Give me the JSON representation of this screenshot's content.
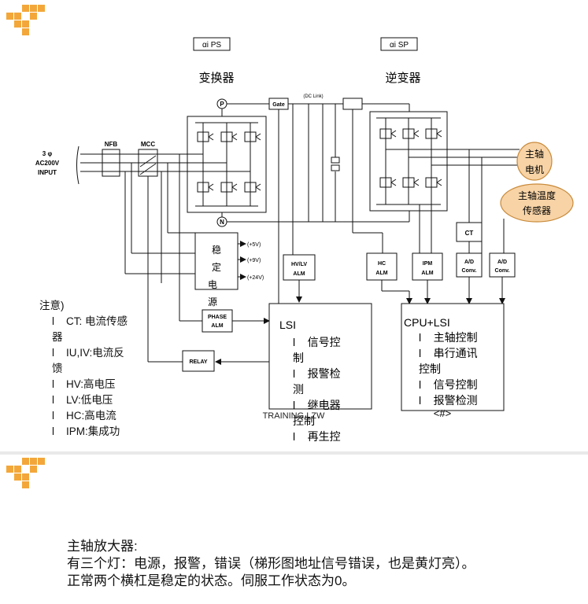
{
  "header": {
    "ps_label": "αi PS",
    "sp_label": "αi SP",
    "converter": "变换器",
    "inverter": "逆变器"
  },
  "diagram": {
    "input_line1": "3 φ",
    "input_line2": "AC200V",
    "input_line3": "INPUT",
    "nfb": "NFB",
    "mcc": "MCC",
    "gate": "Gate",
    "dc_link": "(DC Link)",
    "p": "P",
    "n": "N",
    "regulator_chars": [
      "稳",
      "定",
      "电",
      "源"
    ],
    "v5": "(+5V)",
    "v9": "(+9V)",
    "v24": "(+24V)",
    "hvlv_line1": "HV/LV",
    "hvlv_line2": "ALM",
    "hc_line1": "HC",
    "hc_line2": "ALM",
    "ipm_line1": "IPM",
    "ipm_line2": "ALM",
    "ct": "CT",
    "ad1_line1": "A/D",
    "ad1_line2": "Conv.",
    "ad2_line1": "A/D",
    "ad2_line2": "Conv.",
    "phase_line1": "PHASE",
    "phase_line2": "ALM",
    "relay": "RELAY",
    "motor_line1": "主轴",
    "motor_line2": "电机",
    "temp_line1": "主轴温度",
    "temp_line2": "传感器",
    "lsi_title": "LSI",
    "lsi_lines": [
      "l    信号控",
      "制",
      "l    报警检",
      "测",
      "l    继电器",
      "控制",
      "l    再生控"
    ],
    "cpu_title": "CPU+LSI",
    "cpu_lines": [
      "l    主轴控制",
      "l    串行通讯",
      "控制",
      "l    信号控制",
      "l    报警检测"
    ],
    "cpu_footer": "<#>",
    "watermark": "TRAINING LZW"
  },
  "notes": {
    "title": "注意)",
    "lines": [
      "l    CT: 电流传感",
      "器",
      "l    IU,IV:电流反",
      "馈",
      "l    HV:高电压",
      "l    LV:低电压",
      "l    HC:高电流",
      "l    IPM:集成功"
    ]
  },
  "bottom": {
    "line1": "主轴放大器:",
    "line2": "有三个灯：电源，报警，错误（梯形图地址信号错误，也是黄灯亮）。",
    "line3": "正常两个横杠是稳定的状态。伺服工作状态为0。"
  },
  "colors": {
    "logo": "#f3a73a",
    "motor_fill": "#f7d3a6",
    "motor_stroke": "#c98a3a"
  }
}
